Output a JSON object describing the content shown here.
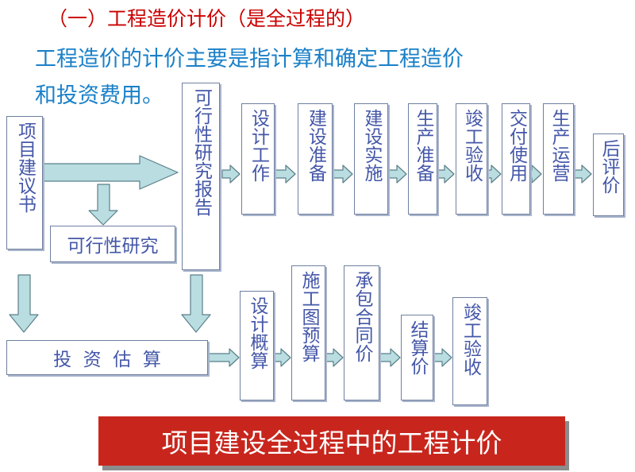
{
  "title": "（一）工程造价计价（是全过程的）",
  "intro": {
    "line1": "工程造价的计价主要是指计算和确定工程造价",
    "line2": "和投资费用。"
  },
  "upper_flow": {
    "project_proposal": "项目建议书",
    "feasibility_study": "可行性研究",
    "feasibility_report": "可行性研究报告",
    "steps": [
      "设计工作",
      "建设准备",
      "建设实施",
      "生产准备",
      "竣工验收",
      "交付使用",
      "生产运营",
      "后评价"
    ]
  },
  "lower_flow": {
    "investment_estimate": "投  资  估  算",
    "steps": [
      "设计概算",
      "施工图预算",
      "承包合同价",
      "结算价",
      "竣工验收"
    ]
  },
  "banner": "项目建设全过程中的工程计价",
  "colors": {
    "title": "#cc0000",
    "intro": "#1a80c8",
    "box_text": "#4457a8",
    "arrow_fill": "#b9dde0",
    "banner_bg": "#c8261d"
  }
}
